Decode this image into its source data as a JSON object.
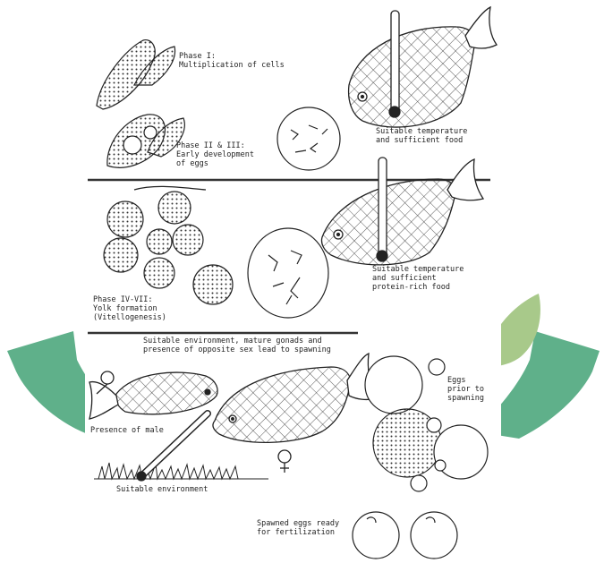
{
  "labels": {
    "phase1": "Phase I:\nMultiplication of cells",
    "phase23": "Phase II & III:\nEarly development\nof eggs",
    "temp_food": "Suitable temperature\nand sufficient food",
    "phase47": "Phase IV-VII:\nYolk   formation\n(Vitellogenesis)",
    "temp_protein": "Suitable temperature\nand sufficient\nprotein-rich food",
    "spawn_condition": "Suitable environment, mature gonads and\npresence of opposite sex lead to spawning",
    "presence_male": "Presence of male",
    "eggs_prior": "Eggs\nprior to\nspawning",
    "suitable_env": "Suitable environment",
    "spawned_eggs": "Spawned eggs ready\nfor fertilization"
  },
  "colors": {
    "arrow_dark": "#5fb08a",
    "arrow_light": "#a8c98a",
    "ink": "#222222"
  },
  "icons": [
    "male-symbol-icon",
    "female-symbol-icon"
  ]
}
